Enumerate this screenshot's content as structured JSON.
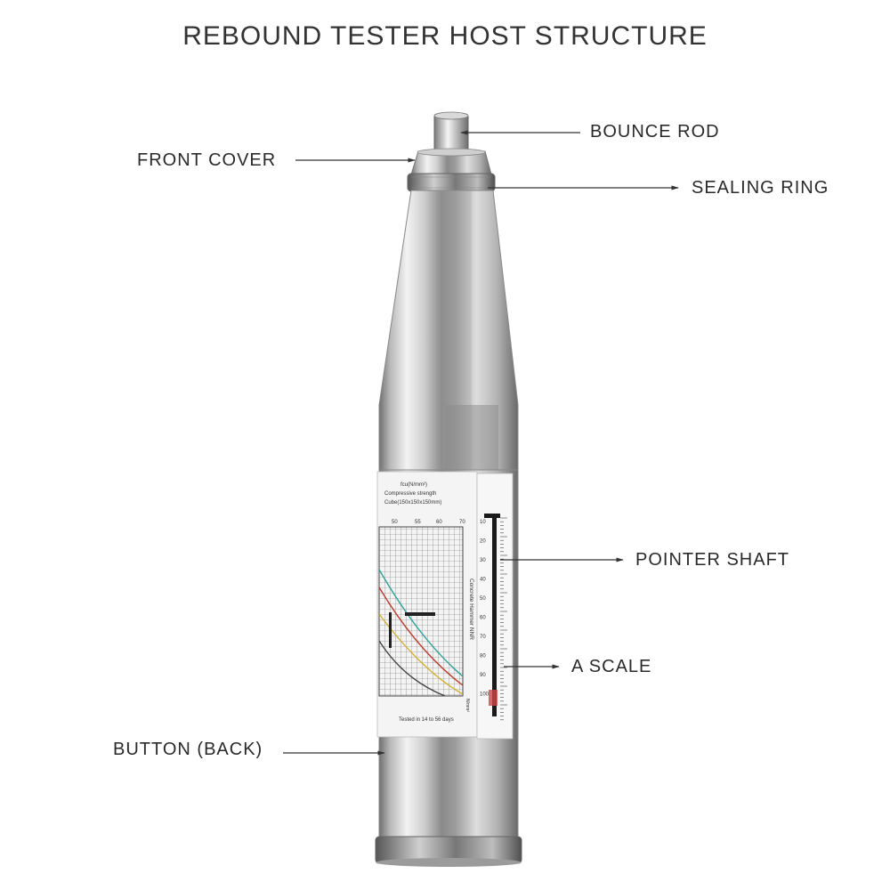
{
  "title": "REBOUND TESTER HOST STRUCTURE",
  "labels": {
    "bounce_rod": "BOUNCE ROD",
    "front_cover": "FRONT COVER",
    "sealing_ring": "SEALING RING",
    "pointer_shaft": "POINTER SHAFT",
    "a_scale": "A SCALE",
    "button_back": "BUTTON (BACK)"
  },
  "sticker": {
    "line1": "fcu(N/mm²)",
    "line2": "Compressive strength",
    "line3": "Cube(150x150x150mm)",
    "top_ticks": [
      "50",
      "55",
      "60",
      "70"
    ],
    "brand": "Concrete Hammer NNR",
    "footer": "Tested in 14 to 56 days",
    "corner": "N/mm²"
  },
  "scale_numbers": [
    "10",
    "20",
    "30",
    "40",
    "50",
    "60",
    "70",
    "80",
    "90",
    "100"
  ],
  "colors": {
    "text": "#333333",
    "arrow": "#333333",
    "sticker_bg": "#f4f4f4",
    "grid": "#555555",
    "curve_red": "#c0392b",
    "curve_teal": "#2aa198",
    "curve_yellow": "#d4b030"
  }
}
